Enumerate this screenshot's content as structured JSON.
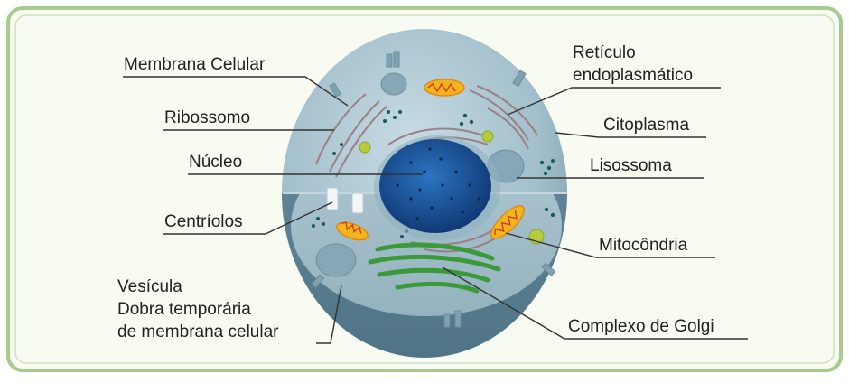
{
  "labels": {
    "membrana_celular": "Membrana Celular",
    "ribossomo": "Ribossomo",
    "nucleo": "Núcleo",
    "centriolos": "Centríolos",
    "vesicula": "Vesícula",
    "dobra_1": "Dobra temporária",
    "dobra_2": "de membrana celular",
    "reticulo_1": "Retículo",
    "reticulo_2": "endoplasmático",
    "citoplasma": "Citoplasma",
    "lisossoma": "Lisossoma",
    "mitocondria": "Mitocôndria",
    "complexo_golgi": "Complexo de Golgi"
  },
  "colors": {
    "frame_border": "#a9c98f",
    "frame_bg": "#f7fbf2",
    "cell_surface": "#9db8c4",
    "nucleus": "#1f5a9e",
    "golgi": "#3a9a3a",
    "mitochondria": "#f2b51c",
    "leader_line": "#333333"
  }
}
